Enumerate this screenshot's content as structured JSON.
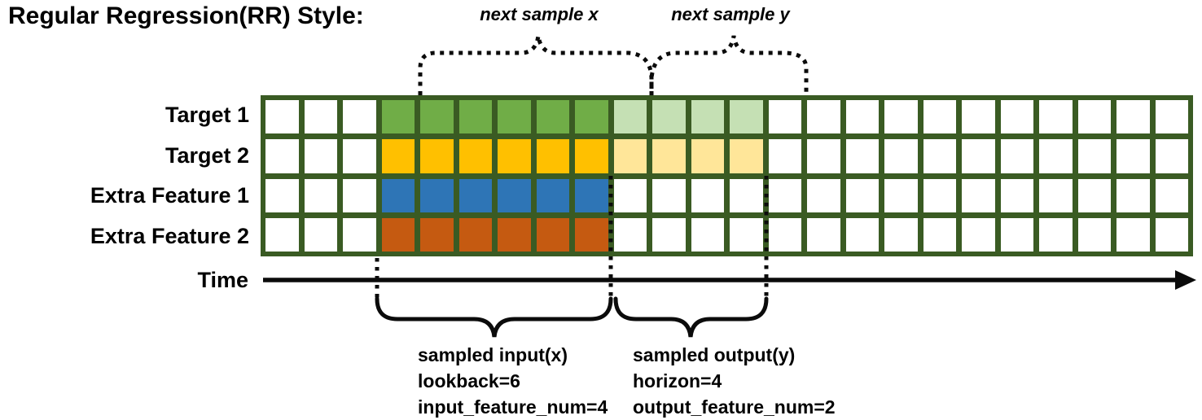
{
  "title": "Regular Regression(RR) Style:",
  "annotations": {
    "next_sample_x": "next sample x",
    "next_sample_y": "next sample y",
    "time_label": "Time",
    "input_lines": [
      "sampled input(x)",
      "lookback=6",
      "input_feature_num=4"
    ],
    "output_lines": [
      "sampled output(y)",
      "horizon=4",
      "output_feature_num=2"
    ]
  },
  "grid": {
    "total_columns": 24,
    "leading_blank_columns": 3,
    "lookback": 6,
    "horizon": 4,
    "trailing_blank_columns": 11,
    "border_color": "#3a5b23",
    "blank_cell_color": "#ffffff",
    "rows": [
      {
        "label": "Target 1",
        "input_color": "#70AD47",
        "output_color": "#C5E0B4"
      },
      {
        "label": "Target 2",
        "input_color": "#FFC000",
        "output_color": "#FFE699"
      },
      {
        "label": "Extra Feature 1",
        "input_color": "#2E75B6",
        "output_color": null
      },
      {
        "label": "Extra Feature 2",
        "input_color": "#C55A11",
        "output_color": null
      }
    ]
  },
  "colors": {
    "line_black": "#0b0b0b"
  }
}
